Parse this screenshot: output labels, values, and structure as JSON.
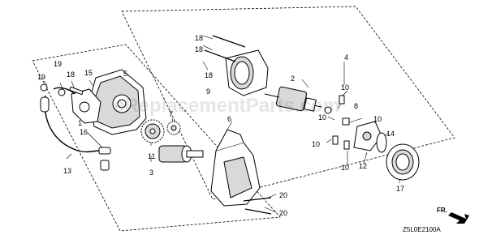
{
  "diagram": {
    "watermark": "eReplacementParts.com",
    "reference_code": "Z5L0E2100A",
    "direction_label": "FR.",
    "colors": {
      "line": "#000000",
      "shade": "#d9d9d9",
      "background": "#ffffff"
    },
    "callouts": {
      "c1": "1",
      "c2": "2",
      "c3": "3",
      "c4": "4",
      "c5": "5",
      "c6": "6",
      "c7": "7",
      "c8": "8",
      "c9": "9",
      "c10": "10",
      "c11": "11",
      "c12": "12",
      "c13": "13",
      "c14": "14",
      "c15": "15",
      "c16": "16",
      "c17": "17",
      "c18": "18",
      "c19": "19",
      "c20": "20"
    }
  }
}
